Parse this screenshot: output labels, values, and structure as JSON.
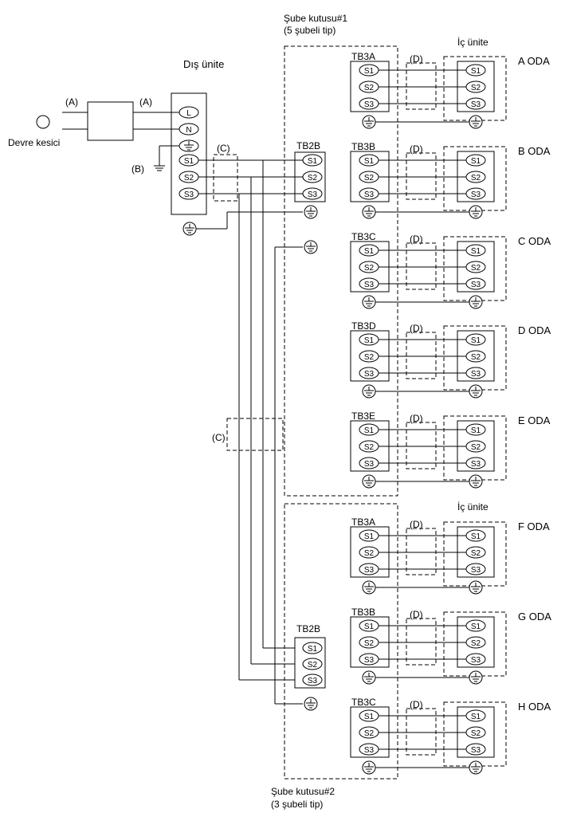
{
  "labels": {
    "outdoor_unit": "Dış ünite",
    "indoor_unit": "İç ünite",
    "breaker": "Devre kesici",
    "branch1_title": "Şube kutusu#1",
    "branch1_sub": "(5 şubeli tip)",
    "branch2_title": "Şube kutusu#2",
    "branch2_sub": "(3 şubeli tip)",
    "a": "(A)",
    "b": "(B)",
    "c": "(C)",
    "d": "(D)",
    "e_symbol": "E",
    "tb2b": "TB2B",
    "terminal_l": "L",
    "terminal_n": "N",
    "s1": "S1",
    "s2": "S2",
    "s3": "S3"
  },
  "rooms": [
    {
      "tb": "TB3A",
      "room": "A ODA"
    },
    {
      "tb": "TB3B",
      "room": "B ODA"
    },
    {
      "tb": "TB3C",
      "room": "C ODA"
    },
    {
      "tb": "TB3D",
      "room": "D ODA"
    },
    {
      "tb": "TB3E",
      "room": "E ODA"
    },
    {
      "tb": "TB3A",
      "room": "F ODA"
    },
    {
      "tb": "TB3B",
      "room": "G ODA"
    },
    {
      "tb": "TB3C",
      "room": "H ODA"
    }
  ]
}
